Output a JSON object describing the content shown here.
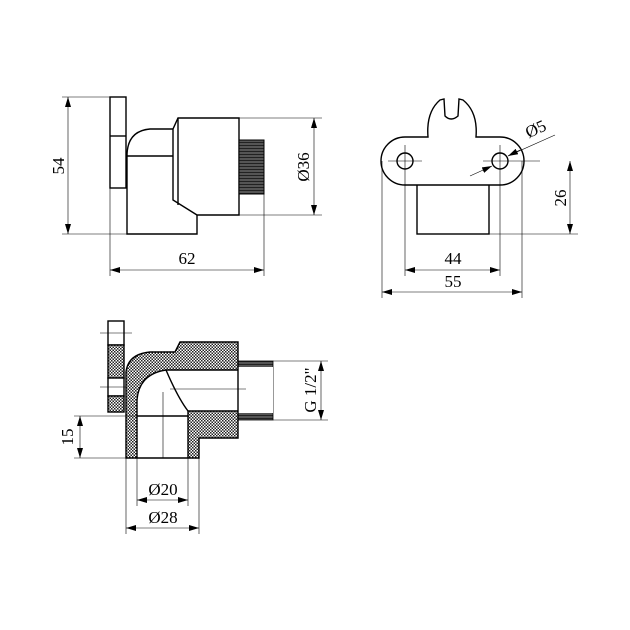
{
  "drawing": {
    "side_view": {
      "height": "54",
      "length": "62",
      "nut_diameter": "Ø36"
    },
    "front_view": {
      "hole_diameter": "Ø5",
      "hole_spacing": "44",
      "width": "55",
      "height": "26"
    },
    "section_view": {
      "thread": "G 1/2\"",
      "socket_depth": "15",
      "inner_diameter": "Ø20",
      "outer_diameter": "Ø28"
    }
  }
}
